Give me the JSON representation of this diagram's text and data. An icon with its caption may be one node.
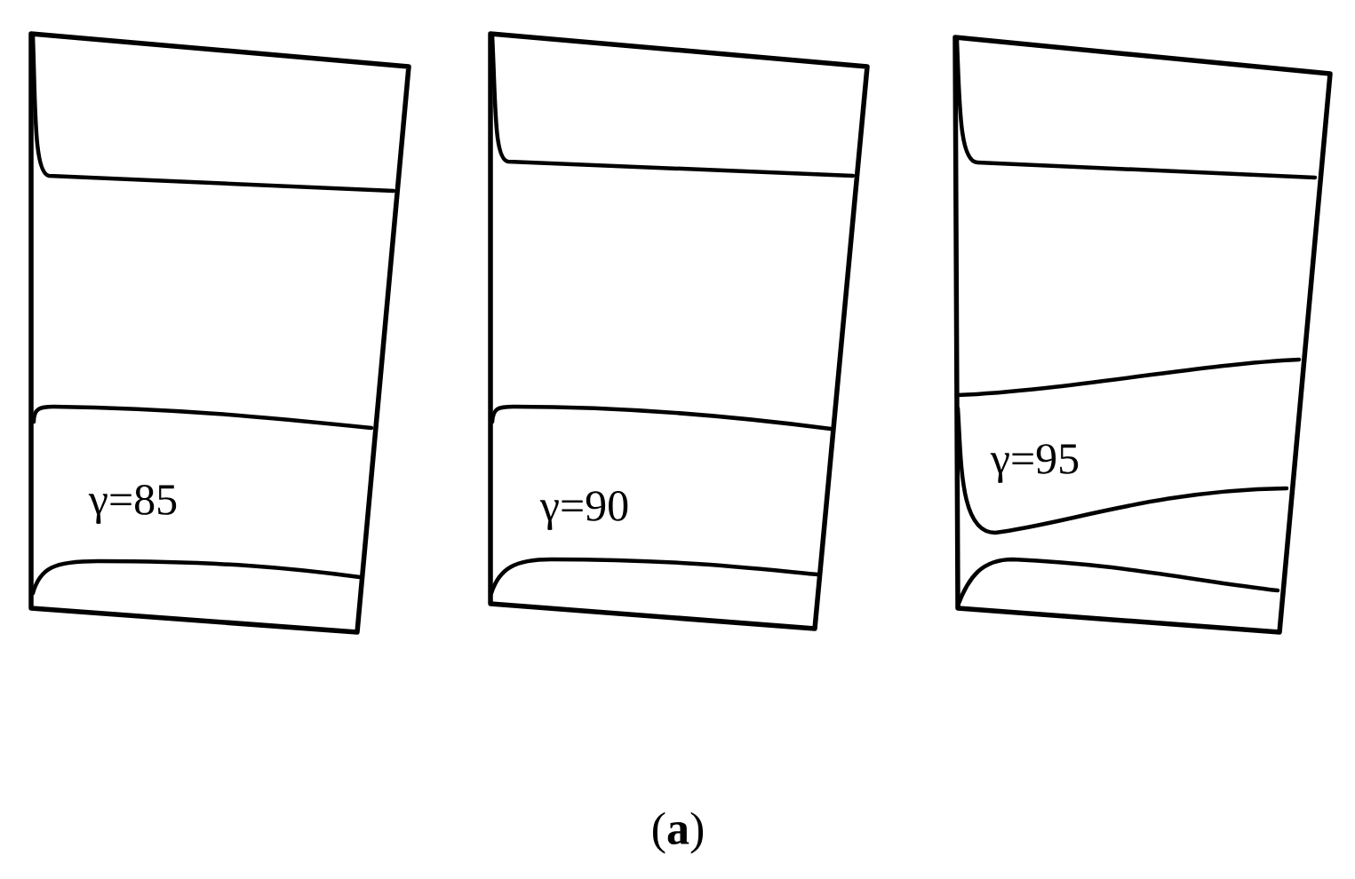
{
  "diagram": {
    "caption": "(**a**)",
    "nodes": [
      {
        "text": [
          "γ=85"
        ]
      },
      {
        "text": [
          "γ=90"
        ]
      },
      {
        "text": [
          "γ=95"
        ]
      }
    ]
  }
}
